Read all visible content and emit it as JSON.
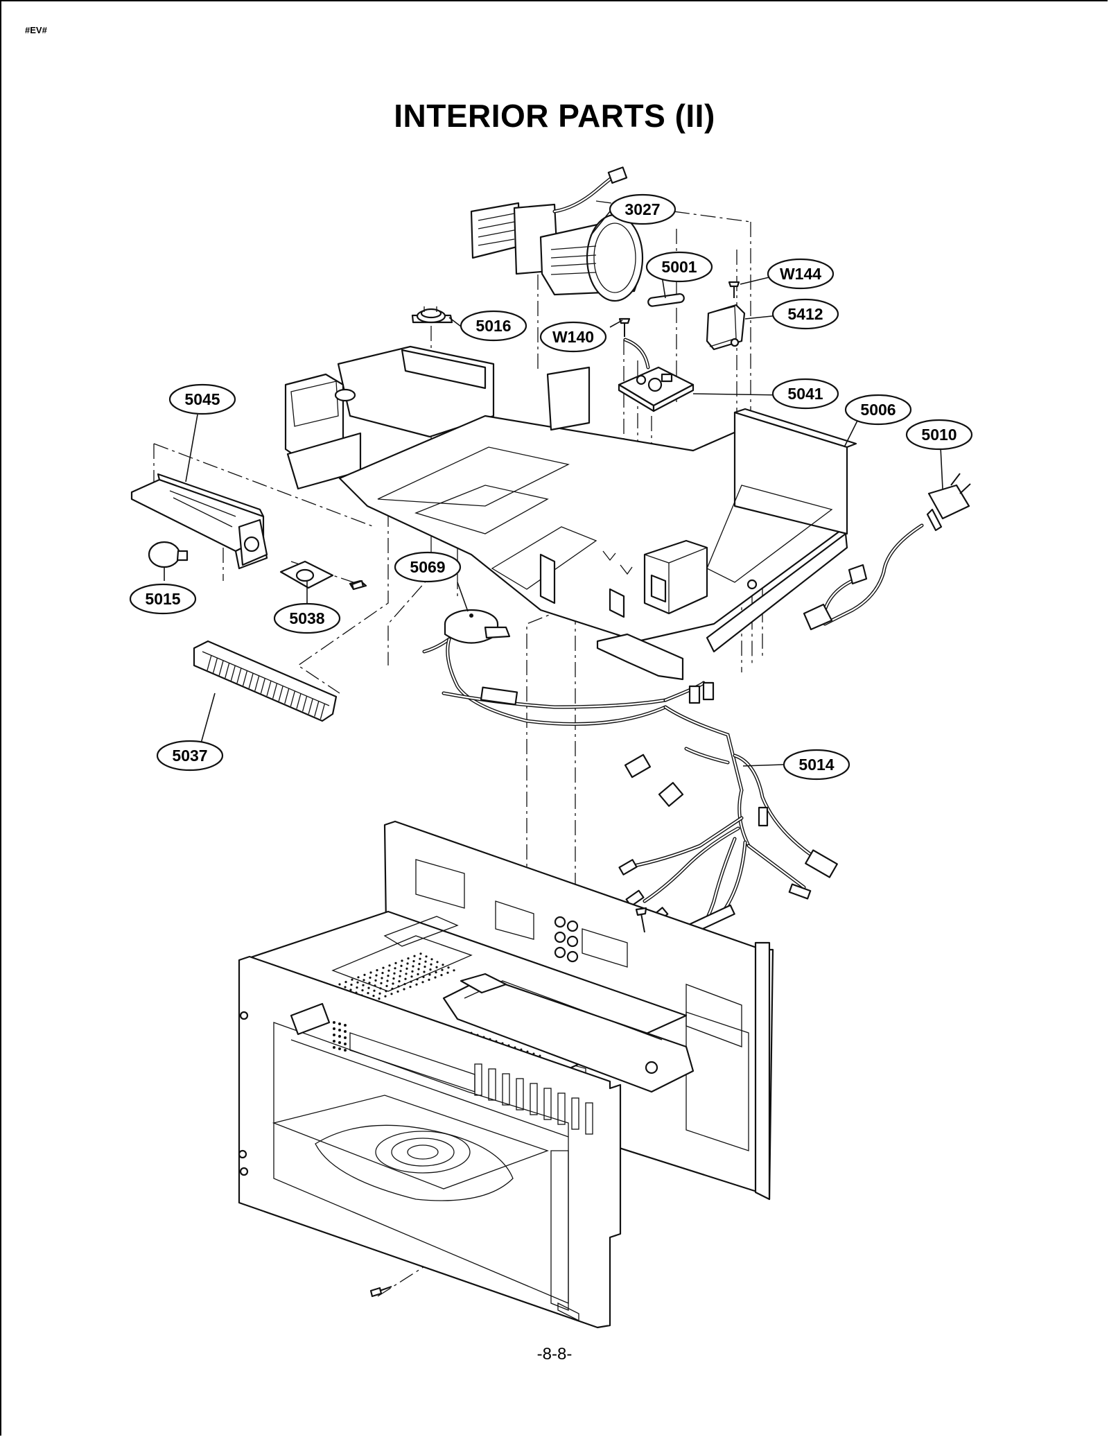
{
  "header": {
    "code": "#EV#",
    "title": "INTERIOR PARTS (II)"
  },
  "footer": {
    "page": "-8-8-"
  },
  "callouts": [
    "3027",
    "5001",
    "W144",
    "5016",
    "W140",
    "5412",
    "5041",
    "5045",
    "5006",
    "5010",
    "5069",
    "5015",
    "5038",
    "5037",
    "5014"
  ],
  "parts": [
    {
      "ref": "3027"
    },
    {
      "ref": "5001"
    },
    {
      "ref": "W144"
    },
    {
      "ref": "5016"
    },
    {
      "ref": "W140"
    },
    {
      "ref": "5412"
    },
    {
      "ref": "5041"
    },
    {
      "ref": "5045"
    },
    {
      "ref": "5006"
    },
    {
      "ref": "5010"
    },
    {
      "ref": "5069"
    },
    {
      "ref": "5015"
    },
    {
      "ref": "5038"
    },
    {
      "ref": "5037"
    },
    {
      "ref": "5014"
    }
  ]
}
